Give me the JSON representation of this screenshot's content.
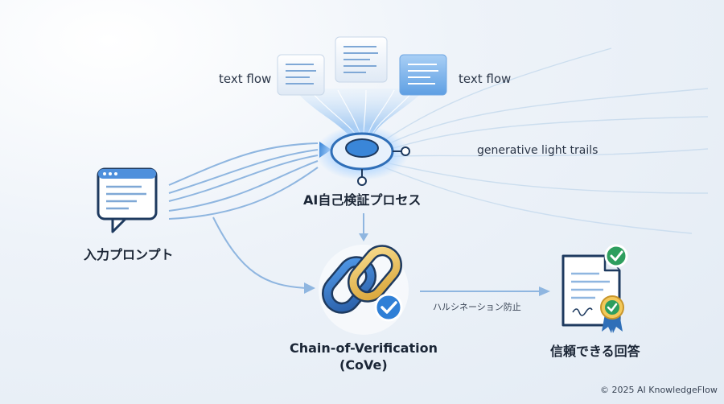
{
  "labels": {
    "text_flow_left": "text flow",
    "text_flow_right": "text flow",
    "light_trails": "generative light trails",
    "process_title": "AI自己検証プロセス",
    "input_prompt": "入力プロンプト",
    "cove_line1": "Chain-of-Verification",
    "cove_line2": "(CoVe)",
    "hallucination_prevention": "ハルシネーション防止",
    "reliable_answer": "信頼できる回答"
  },
  "credit": "© 2025 AI KnowledgeFlow",
  "colors": {
    "accent_blue": "#2f7fd6",
    "dark_navy": "#1e3a5f",
    "gold": "#e8b84a",
    "check_green": "#2e9e5e",
    "flow_line": "#8fb6e0"
  }
}
